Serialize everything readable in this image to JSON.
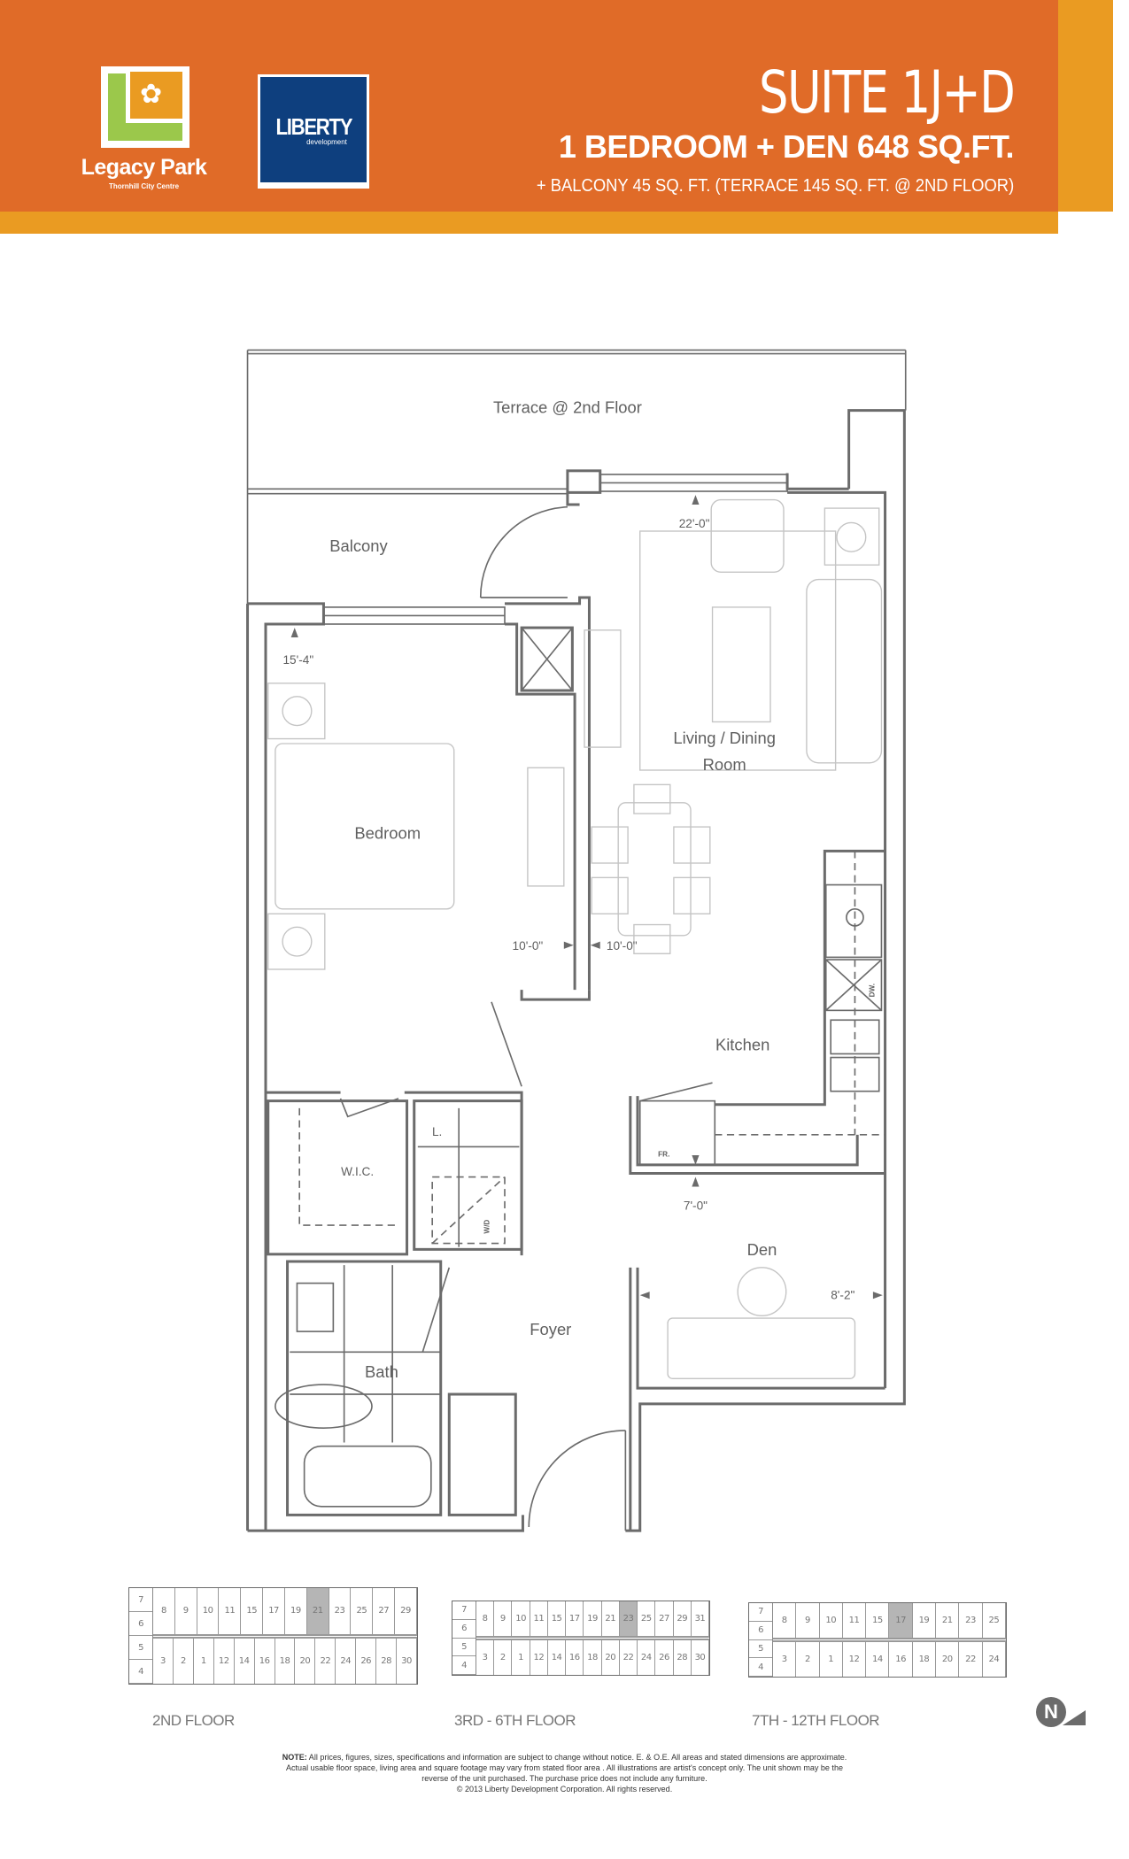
{
  "header": {
    "suite": "SUITE 1J+D",
    "type": "1 BEDROOM + DEN  648 SQ.FT.",
    "extras": "+ BALCONY 45 SQ. FT. (TERRACE 145 SQ. FT. @ 2ND FLOOR)",
    "legacy_logo": {
      "name": "Legacy Park",
      "sub": "Thornhill City Centre"
    },
    "liberty_logo": {
      "name": "LIBERTY",
      "sub": "development"
    },
    "colors": {
      "orange": "#e06b28",
      "yellow": "#ea9b22",
      "navy": "#0e3f7e",
      "green": "#9bc84b"
    }
  },
  "plan": {
    "rooms": {
      "terrace": "Terrace @ 2nd Floor",
      "balcony": "Balcony",
      "living1": "Living / Dining",
      "living2": "Room",
      "bedroom": "Bedroom",
      "kitchen": "Kitchen",
      "wic": "W.I.C.",
      "linen": "L.",
      "wd": "W/D",
      "dw": "DW.",
      "fr": "FR.",
      "den": "Den",
      "foyer": "Foyer",
      "bath": "Bath"
    },
    "dims": {
      "living": "22'-0\"",
      "bedroom": "15'-4\"",
      "bed_width": "10'-0\"",
      "living_width": "10'-0\"",
      "den_depth": "7'-0\"",
      "den_width": "8'-2\""
    }
  },
  "keyplans": [
    {
      "label": "2ND FLOOR",
      "left": [
        "7",
        "6",
        "5",
        "4"
      ],
      "top": [
        "8",
        "9",
        "10",
        "11",
        "15",
        "17",
        "19",
        "21",
        "23",
        "25",
        "27",
        "29"
      ],
      "bottom": [
        "3",
        "2",
        "1",
        "12",
        "14",
        "16",
        "18",
        "20",
        "22",
        "24",
        "26",
        "28",
        "30"
      ],
      "highlight": "21"
    },
    {
      "label": "3RD - 6TH FLOOR",
      "left": [
        "7",
        "6",
        "5",
        "4"
      ],
      "top": [
        "8",
        "9",
        "10",
        "11",
        "15",
        "17",
        "19",
        "21",
        "23",
        "25",
        "27",
        "29",
        "31"
      ],
      "bottom": [
        "3",
        "2",
        "1",
        "12",
        "14",
        "16",
        "18",
        "20",
        "22",
        "24",
        "26",
        "28",
        "30"
      ],
      "highlight": "23"
    },
    {
      "label": "7TH - 12TH FLOOR",
      "left": [
        "7",
        "6",
        "5",
        "4"
      ],
      "top": [
        "8",
        "9",
        "10",
        "11",
        "15",
        "17",
        "19",
        "21",
        "23",
        "25"
      ],
      "bottom": [
        "3",
        "2",
        "1",
        "12",
        "14",
        "16",
        "18",
        "20",
        "22",
        "24"
      ],
      "highlight": "17"
    }
  ],
  "compass": "N",
  "note": {
    "bold": "NOTE:",
    "line1": "All prices, figures, sizes, specifications and information are subject to change without notice. E. & O.E. All areas and stated dimensions are approximate.",
    "line2": "Actual usable floor space, living area and square footage may vary from stated floor area . All illustrations are artist's concept only. The unit shown may be the",
    "line3": "reverse of the unit purchased. The purchase price does not include any furniture.",
    "line4": "© 2013 Liberty Development Corporation. All rights reserved."
  }
}
